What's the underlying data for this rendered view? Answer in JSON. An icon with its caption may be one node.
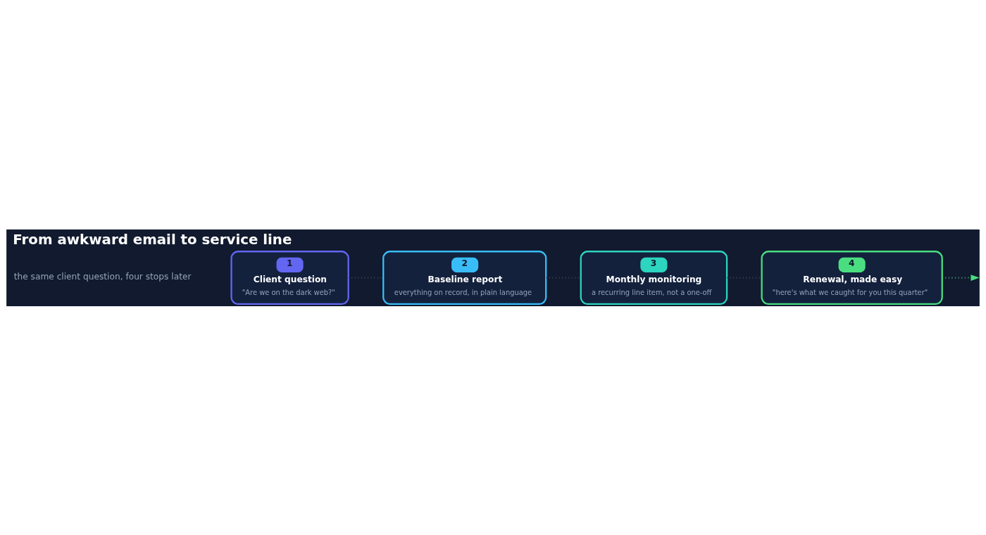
{
  "diagram": {
    "title": "From awkward email to service line",
    "nodes": [
      {
        "text": [
          "1",
          "Client question",
          "\"Are we on the dark web?\""
        ]
      },
      {
        "text": [
          "2",
          "Baseline report",
          "everything on record, in plain language"
        ]
      },
      {
        "text": [
          "3",
          "Monthly monitoring",
          "a recurring line item, not a one-off"
        ]
      },
      {
        "text": [
          "4",
          "Renewal, made easy",
          "\"here's what we caught for you this quarter\""
        ]
      }
    ],
    "edges": [
      {
        "from": 0,
        "to": 1,
        "arrow": "none"
      },
      {
        "from": 1,
        "to": 2,
        "arrow": "none"
      },
      {
        "from": 2,
        "to": 3,
        "arrow": "none"
      },
      {
        "from": 3,
        "to": null,
        "arrow": "to",
        "color": "#4ade80"
      }
    ],
    "labels": [
      "the same client question, four stops later"
    ]
  }
}
